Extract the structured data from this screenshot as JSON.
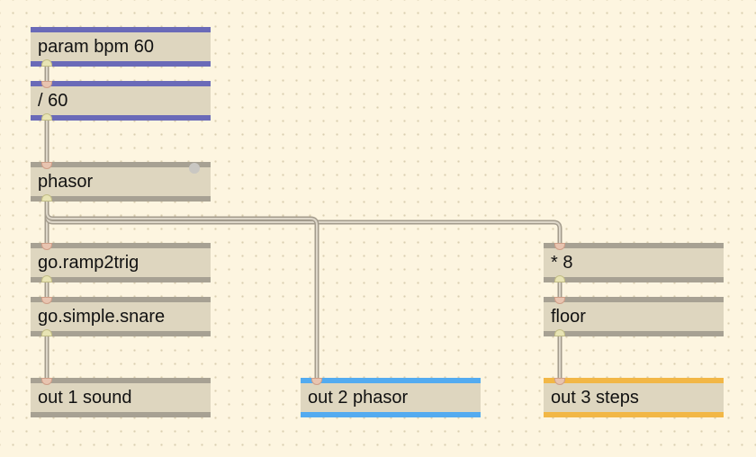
{
  "patch": {
    "objects": {
      "param_bpm": "param bpm 60",
      "div60": "/ 60",
      "phasor": "phasor",
      "ramp2trig": "go.ramp2trig",
      "snare": "go.simple.snare",
      "out1": "out 1 sound",
      "out2": "out 2 phasor",
      "mul8": "* 8",
      "floor": "floor",
      "out3": "out 3 steps"
    },
    "colors": {
      "canvas": "#fdf5e0",
      "param_bar": "#6a6ab8",
      "out2_bar": "#53abf0",
      "out3_bar": "#f2b746",
      "default_bar": "#a7a193"
    }
  }
}
